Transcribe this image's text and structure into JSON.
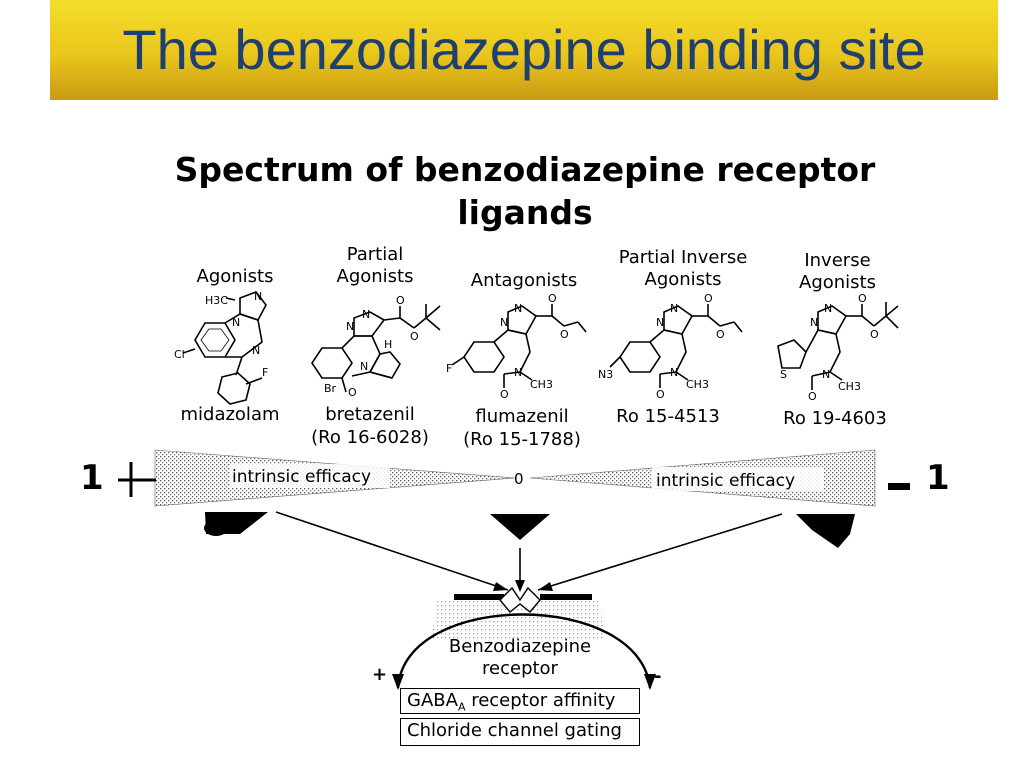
{
  "slide_title": "The benzodiazepine binding site",
  "figure": {
    "heading_line1": "Spectrum of benzodiazepine receptor",
    "heading_line2": "ligands",
    "classes": [
      {
        "label": "Agonists",
        "compound": "midazolam",
        "code": ""
      },
      {
        "label": "Partial Agonists",
        "compound": "bretazenil",
        "code": "(Ro 16-6028)"
      },
      {
        "label": "Antagonists",
        "compound": "flumazenil",
        "code": "(Ro 15-1788)"
      },
      {
        "label": "Partial Inverse Agonists",
        "compound": "Ro 15-4513",
        "code": ""
      },
      {
        "label": "Inverse Agonists",
        "compound": "Ro 19-4603",
        "code": ""
      }
    ],
    "scale": {
      "left_value": "1",
      "left_sign": "+",
      "center_value": "0",
      "right_value": "1",
      "right_sign": "-",
      "left_label": "intrinsic efficacy",
      "right_label": "intrinsic efficacy"
    },
    "receptor": {
      "line1": "Benzodiazepine",
      "line2": "receptor",
      "plus": "+",
      "minus": "-",
      "box1_main": "GABA",
      "box1_sub": "A",
      "box1_rest": " receptor affinity",
      "box2": "Chloride channel gating"
    },
    "atom_labels": {
      "cl": "Cl",
      "f": "F",
      "br": "Br",
      "o": "O",
      "n": "N",
      "h": "H",
      "s": "S",
      "h3c": "H3C",
      "ch3": "CH3",
      "n3": "N3"
    }
  }
}
